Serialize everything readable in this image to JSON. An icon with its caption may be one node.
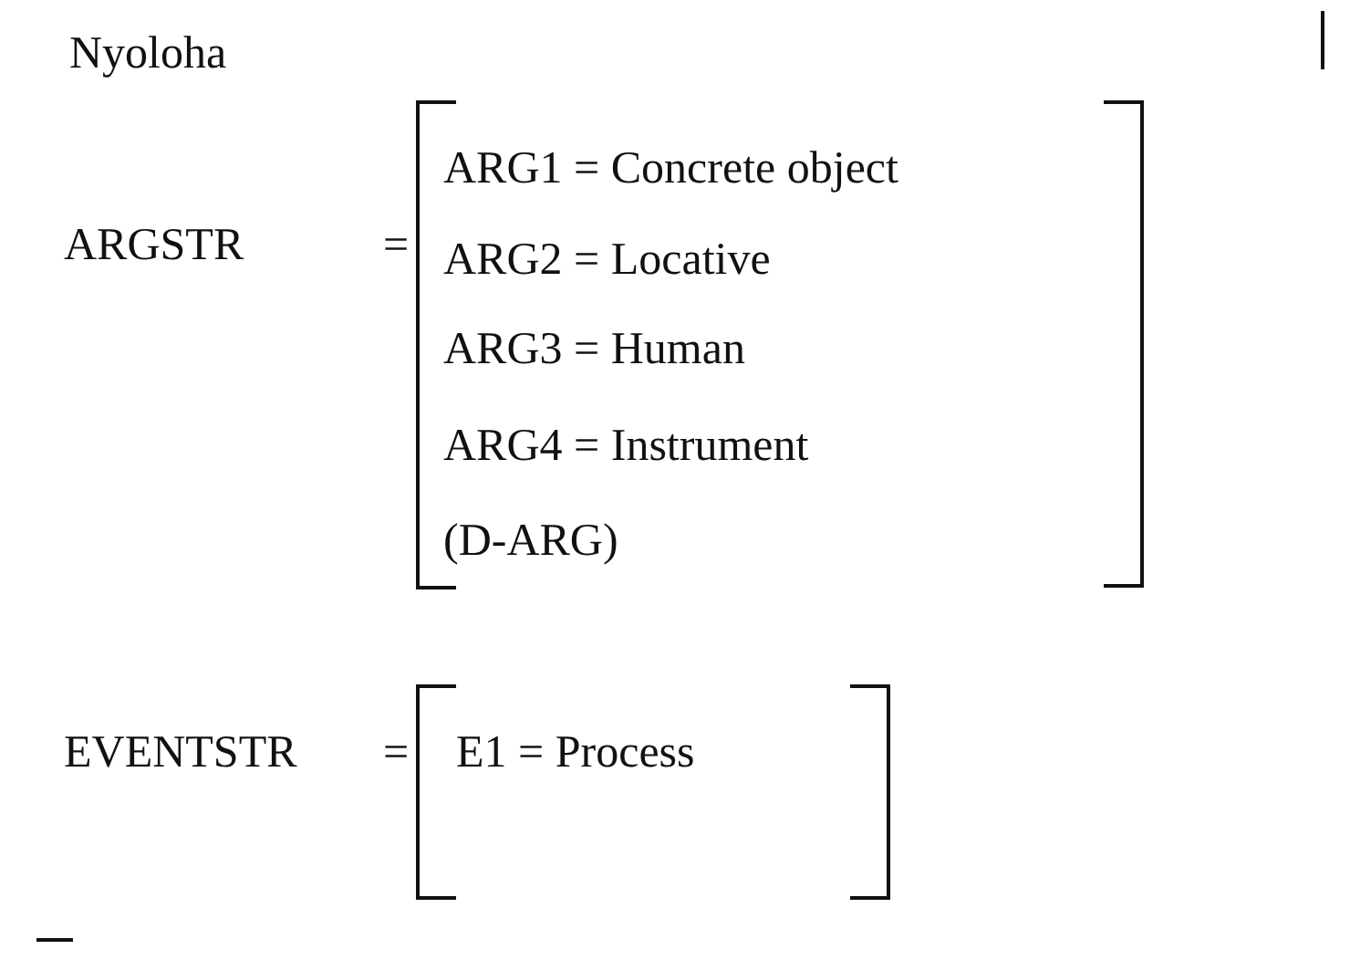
{
  "diagram": {
    "labels": [
      "Nyoloha",
      "ARGSTR",
      "=",
      "ARG1 = Concrete object",
      "ARG2 = Locative",
      "ARG3 = Human",
      "ARG4 = Instrument",
      "(D-ARG)",
      "EVENTSTR",
      "=",
      "E1 = Process"
    ]
  }
}
